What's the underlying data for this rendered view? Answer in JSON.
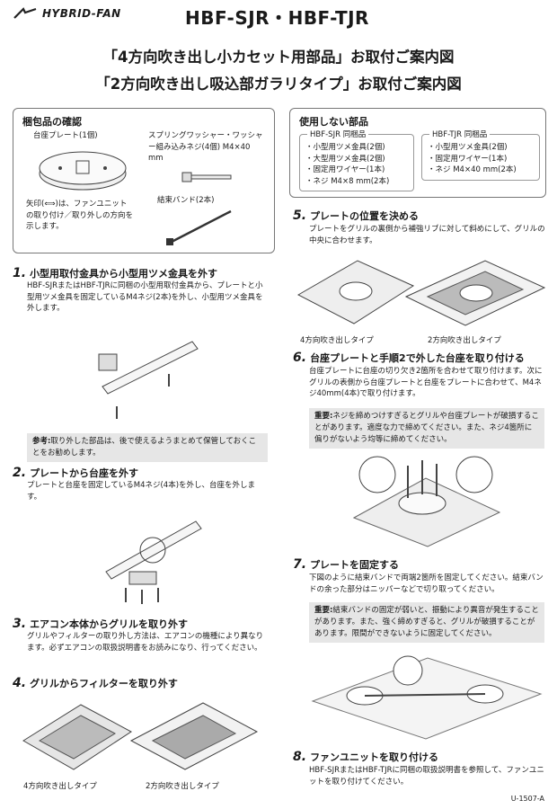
{
  "header": {
    "brand": "HYBRID-FAN",
    "model": "HBF-SJR・HBF-TJR"
  },
  "titles": [
    "「4方向吹き出し小カセット用部品」お取付ご案内図",
    "「2方向吹き出し吸込部ガラリタイプ」お取付ご案内図"
  ],
  "contents": {
    "title": "梱包品の確認",
    "base_plate": "台座プレート(1個)",
    "washer": "スプリングワッシャー・ワッシャー組み込みネジ(4個) M4×40 mm",
    "band": "結束バンド(2本)",
    "arrow_note": "矢印(⟺)は、ファンユニットの取り付け／取り外しの方向を示します。"
  },
  "unused": {
    "title": "使用しない部品",
    "sjr": {
      "label": "HBF-SJR 同梱品",
      "items": [
        "・小型用ツメ金具(2個)",
        "・大型用ツメ金具(2個)",
        "・固定用ワイヤー(1本)",
        "・ネジ M4×8 mm(2本)"
      ]
    },
    "tjr": {
      "label": "HBF-TJR 同梱品",
      "items": [
        "・小型用ツメ金具(2個)",
        "・固定用ワイヤー(1本)",
        "・ネジ M4×40 mm(2本)"
      ]
    }
  },
  "steps": {
    "s1": {
      "num": "1.",
      "title": "小型用取付金具から小型用ツメ金具を外す",
      "body": "HBF-SJRまたはHBF-TJRに同梱の小型用取付金具から、プレートと小型用ツメ金具を固定しているM4ネジ(2本)を外し、小型用ツメ金具を外します。",
      "note_label": "参考:",
      "note": "取り外した部品は、後で使えるようまとめて保管しておくことをお勧めします。"
    },
    "s2": {
      "num": "2.",
      "title": "プレートから台座を外す",
      "body": "プレートと台座を固定しているM4ネジ(4本)を外し、台座を外します。"
    },
    "s3": {
      "num": "3.",
      "title": "エアコン本体からグリルを取り外す",
      "body": "グリルやフィルターの取り外し方法は、エアコンの機種により異なります。必ずエアコンの取扱説明書をお読みになり、行ってください。"
    },
    "s4": {
      "num": "4.",
      "title": "グリルからフィルターを取り外す",
      "cap1": "4方向吹き出しタイプ",
      "cap2": "2方向吹き出しタイプ"
    },
    "s5": {
      "num": "5.",
      "title": "プレートの位置を決める",
      "body": "プレートをグリルの裏側から補強リブに対して斜めにして、グリルの中央に合わせます。",
      "cap1": "4方向吹き出しタイプ",
      "cap2": "2方向吹き出しタイプ"
    },
    "s6": {
      "num": "6.",
      "title": "台座プレートと手順2で外した台座を取り付ける",
      "body": "台座プレートに台座の切り欠き2箇所を合わせて取り付けます。次にグリルの表側から台座プレートと台座をプレートに合わせて、M4ネジ40mm(4本)で取り付けます。",
      "note_label": "重要:",
      "note": "ネジを締めつけすぎるとグリルや台座プレートが破損することがあります。適度な力で締めてください。また、ネジ4箇所に偏りがないよう均等に締めてください。"
    },
    "s7": {
      "num": "7.",
      "title": "プレートを固定する",
      "body": "下図のように結束バンドで両端2箇所を固定してください。結束バンドの余った部分はニッパーなどで切り取ってください。",
      "note_label": "重要:",
      "note": "結束バンドの固定が弱いと、振動により異音が発生することがあります。また、強く締めすぎると、グリルが破損することがあります。限間ができないように固定してください。"
    },
    "s8": {
      "num": "8.",
      "title": "ファンユニットを取り付ける",
      "body": "HBF-SJRまたはHBF-TJRに同梱の取扱説明書を参照して、ファンユニットを取り付けてください。"
    }
  },
  "footer": {
    "code": "U-1507-A"
  }
}
